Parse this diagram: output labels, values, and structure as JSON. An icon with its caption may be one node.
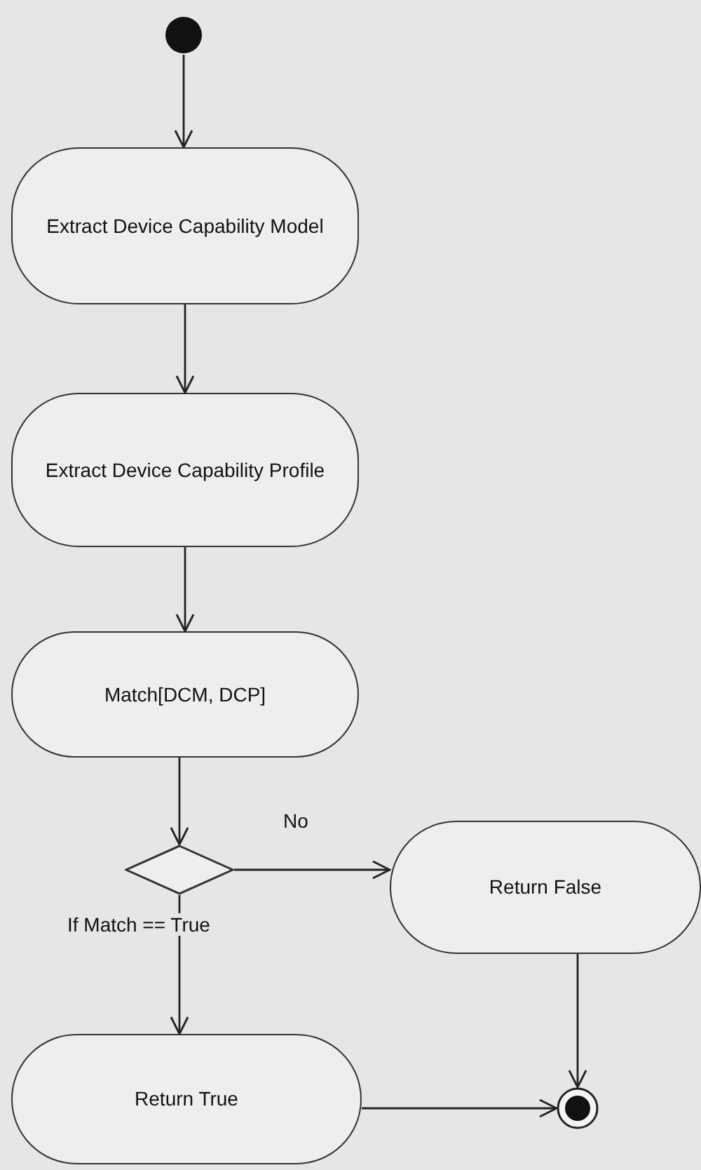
{
  "diagram": {
    "nodes": [
      {
        "text": [],
        "shape": "circle"
      },
      {
        "text": [
          "Extract Device Capability Model"
        ]
      },
      {
        "text": [
          "Extract Device Capability Profile"
        ]
      },
      {
        "text": [
          "Match[DCM, DCP]"
        ]
      },
      {
        "text": [],
        "shape": "diamond"
      },
      {
        "text": [
          "Return False"
        ]
      },
      {
        "text": [
          "Return True"
        ]
      },
      {
        "text": [],
        "shape": "bullseye"
      }
    ],
    "edges": [
      {
        "from": 0,
        "to": 1,
        "arrow": "to"
      },
      {
        "from": 1,
        "to": 2,
        "arrow": "to"
      },
      {
        "from": 2,
        "to": 3,
        "arrow": "to"
      },
      {
        "from": 3,
        "to": 4,
        "arrow": "to"
      },
      {
        "from": 4,
        "to": 5,
        "arrow": "to",
        "label": "No"
      },
      {
        "from": 4,
        "to": 6,
        "arrow": "to",
        "label": "If Match == True"
      },
      {
        "from": 5,
        "to": 7,
        "arrow": "to"
      },
      {
        "from": 6,
        "to": 7,
        "arrow": "to"
      }
    ]
  }
}
